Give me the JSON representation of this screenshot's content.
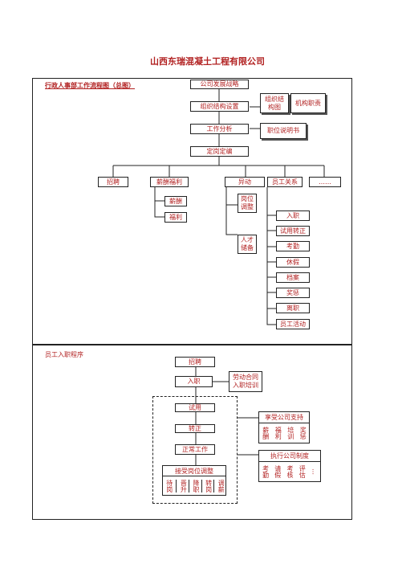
{
  "doc_title": "山西东瑞混凝土工程有限公司",
  "section1": {
    "label": "行政人事部工作流程图（总图）",
    "strategy": "公司发展战略",
    "org_design": "组织结构设置",
    "org_chart": "组织结构图",
    "job_duties": "机构职责",
    "job_analysis": "工作分析",
    "job_desc": "职位说明书",
    "staffing": "定岗定编",
    "branches": {
      "recruit": "招聘",
      "compensation": "薪酬福利",
      "transfer": "异动",
      "employee_rel": "员工关系",
      "more": "……"
    },
    "comp_items": [
      "薪酬",
      "福利"
    ],
    "transfer_items": [
      "岗位调整",
      "人才储备"
    ],
    "rel_items": [
      "入职",
      "试用转正",
      "考勤",
      "休假",
      "档案",
      "奖惩",
      "离职",
      "员工活动"
    ]
  },
  "section2": {
    "label": "员工入职程序",
    "recruit": "招聘",
    "onboard": "入职",
    "onboard_notes": [
      "劳动合同",
      "入职培训"
    ],
    "probation": "试用",
    "confirm": "转正",
    "normal": "正常工作",
    "adjust_title": "接受岗位调整",
    "adjust_items": [
      "待岗",
      "晋升",
      "降职",
      "转岗",
      "调薪"
    ],
    "support_title": "享受公司支持",
    "support_items": [
      "薪酬",
      "福利",
      "培训",
      "奖惩"
    ],
    "policy_title": "执行公司制度",
    "policy_items": [
      "考勤",
      "请假",
      "考核",
      "评估",
      "…"
    ]
  }
}
